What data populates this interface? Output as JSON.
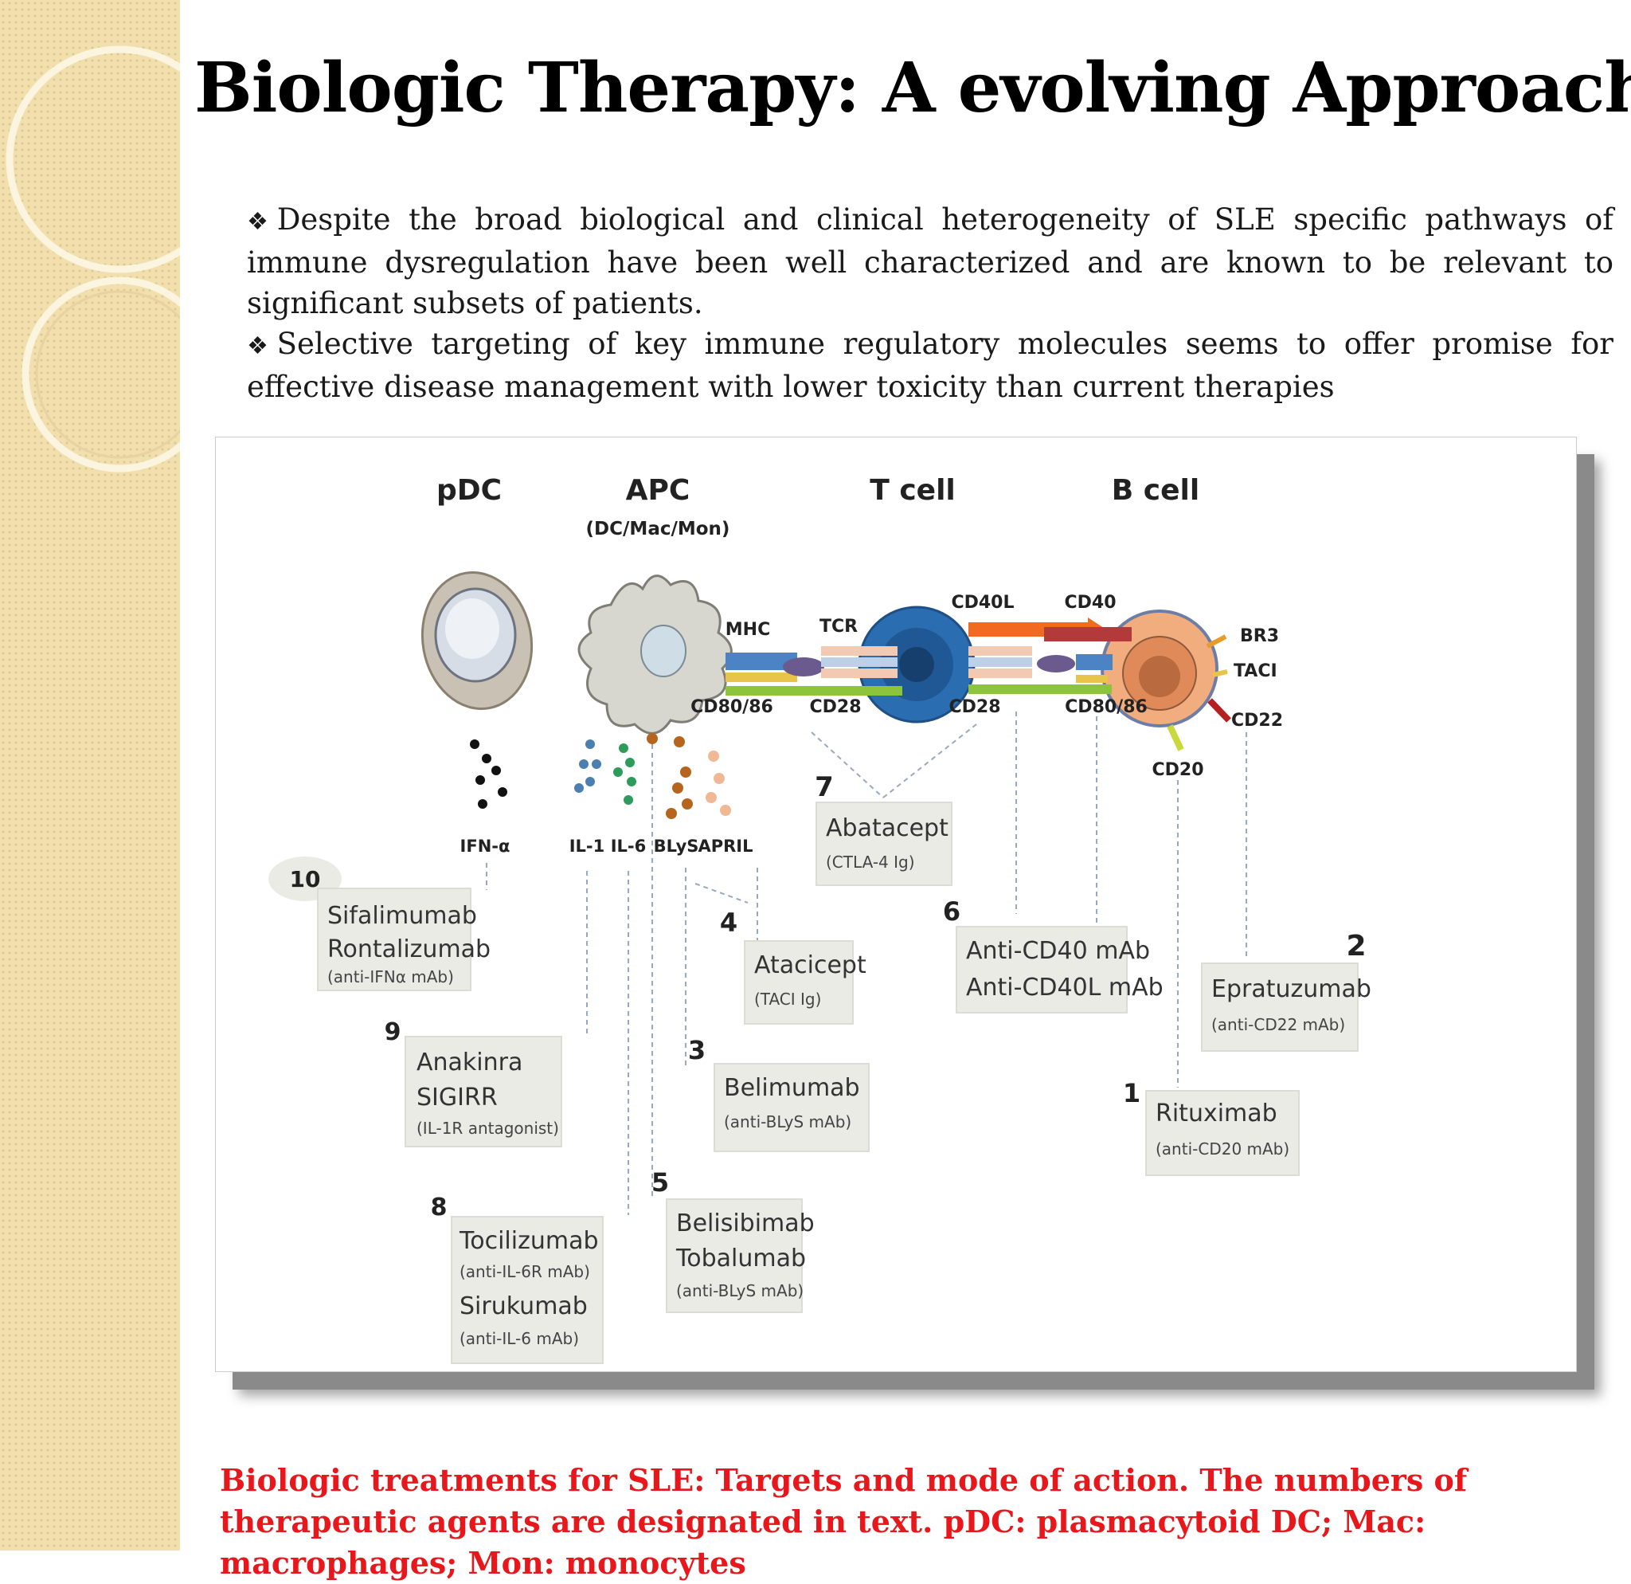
{
  "title": "Biologic Therapy: A evolving Approach",
  "bullets": [
    {
      "marker": "❖",
      "text": "Despite the broad biological and clinical heterogeneity of SLE  specific pathways of immune dysregulation have been well characterized and are known to be relevant to significant subsets of patients."
    },
    {
      "marker": "❖",
      "text": "Selective targeting of key immune regulatory molecules seems to offer promise for effective disease management with lower toxicity than current therapies"
    }
  ],
  "diagram": {
    "cells": {
      "pdc": "pDC",
      "apc": "APC",
      "apc_sub": "(DC/Mac/Mon)",
      "tcell": "T cell",
      "bcell": "B cell"
    },
    "molecules": {
      "mhc": "MHC",
      "tcr": "TCR",
      "cd80_86_apc": "CD80/86",
      "cd28_left": "CD28",
      "cd28_right": "CD28",
      "cd80_86_b": "CD80/86",
      "cd40l": "CD40L",
      "cd40": "CD40",
      "br3": "BR3",
      "taci": "TACI",
      "cd22": "CD22",
      "cd20": "CD20"
    },
    "cytokines": {
      "ifna": "IFN-α",
      "il1": "IL-1",
      "il6": "IL-6",
      "blys": "BLyS",
      "april": "APRIL"
    },
    "therapies": [
      {
        "num": "10",
        "drugs": [
          "Sifalimumab",
          "Rontalizumab"
        ],
        "note": "(anti-IFNα mAb)"
      },
      {
        "num": "9",
        "drugs": [
          "Anakinra",
          "SIGIRR"
        ],
        "note": "(IL-1R antagonist)"
      },
      {
        "num": "8",
        "drugs": [
          "Tocilizumab",
          "Sirukumab"
        ],
        "notes": [
          "(anti-IL-6R mAb)",
          "(anti-IL-6 mAb)"
        ]
      },
      {
        "num": "7",
        "drugs": [
          "Abatacept"
        ],
        "note": "(CTLA-4 Ig)"
      },
      {
        "num": "6",
        "drugs": [
          "Anti-CD40 mAb",
          "Anti-CD40L mAb"
        ]
      },
      {
        "num": "5",
        "drugs": [
          "Belisibimab",
          "Tobalumab"
        ],
        "note": "(anti-BLyS mAb)"
      },
      {
        "num": "4",
        "drugs": [
          "Atacicept"
        ],
        "note": "(TACI Ig)"
      },
      {
        "num": "3",
        "drugs": [
          "Belimumab"
        ],
        "note": "(anti-BLyS mAb)"
      },
      {
        "num": "2",
        "drugs": [
          "Epratuzumab"
        ],
        "note": "(anti-CD22 mAb)"
      },
      {
        "num": "1",
        "drugs": [
          "Rituximab"
        ],
        "note": "(anti-CD20 mAb)"
      }
    ]
  },
  "caption": "Biologic treatments for SLE: Targets and mode of action. The numbers of therapeutic agents are designated in text. pDC: plasmacytoid DC; Mac: macrophages; Mon: monocytes",
  "colors": {
    "caption": "#e8171c",
    "sidebar": "#f1dfae",
    "bcell": "#f2ad7e",
    "tcell": "#2a6db0"
  }
}
